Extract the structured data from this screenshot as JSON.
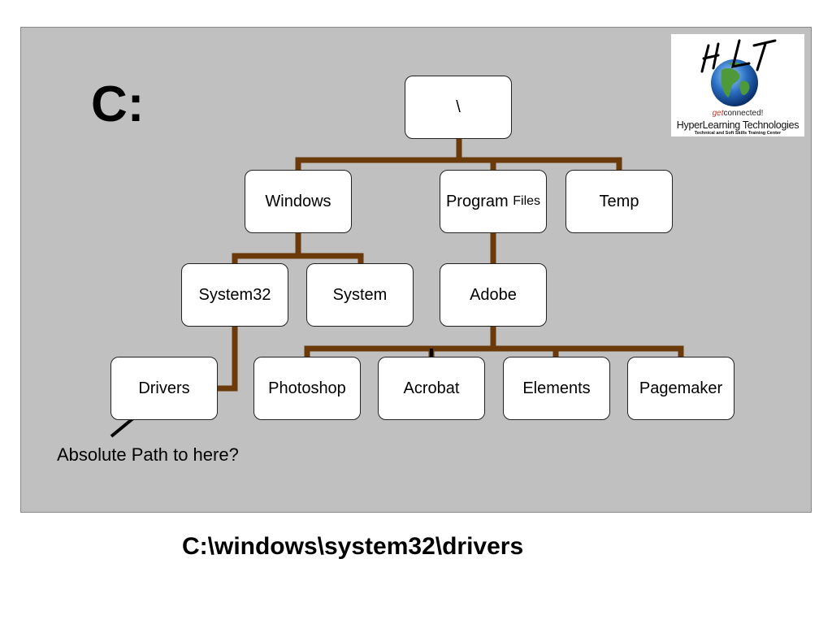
{
  "slide": {
    "drive_label": "C:",
    "nodes": {
      "root": "\\",
      "windows": "Windows",
      "program_files_main": "Program",
      "program_files_small": "Files",
      "temp": "Temp",
      "system32": "System32",
      "system": "System",
      "adobe": "Adobe",
      "drivers": "Drivers",
      "photoshop": "Photoshop",
      "acrobat": "Acrobat",
      "elements": "Elements",
      "pagemaker": "Pagemaker"
    },
    "question": "Absolute Path to here?",
    "answer": "C:\\windows\\system32\\drivers",
    "colors": {
      "connector": "#6b3a0a",
      "background": "#c0c0c0",
      "node_fill": "#ffffff"
    }
  },
  "logo": {
    "letters": "HLT",
    "tagline_get": "get",
    "tagline_rest": "connected!",
    "company": "HyperLearning Technologies",
    "subtitle": "Technical and Soft Skills Training Center"
  }
}
